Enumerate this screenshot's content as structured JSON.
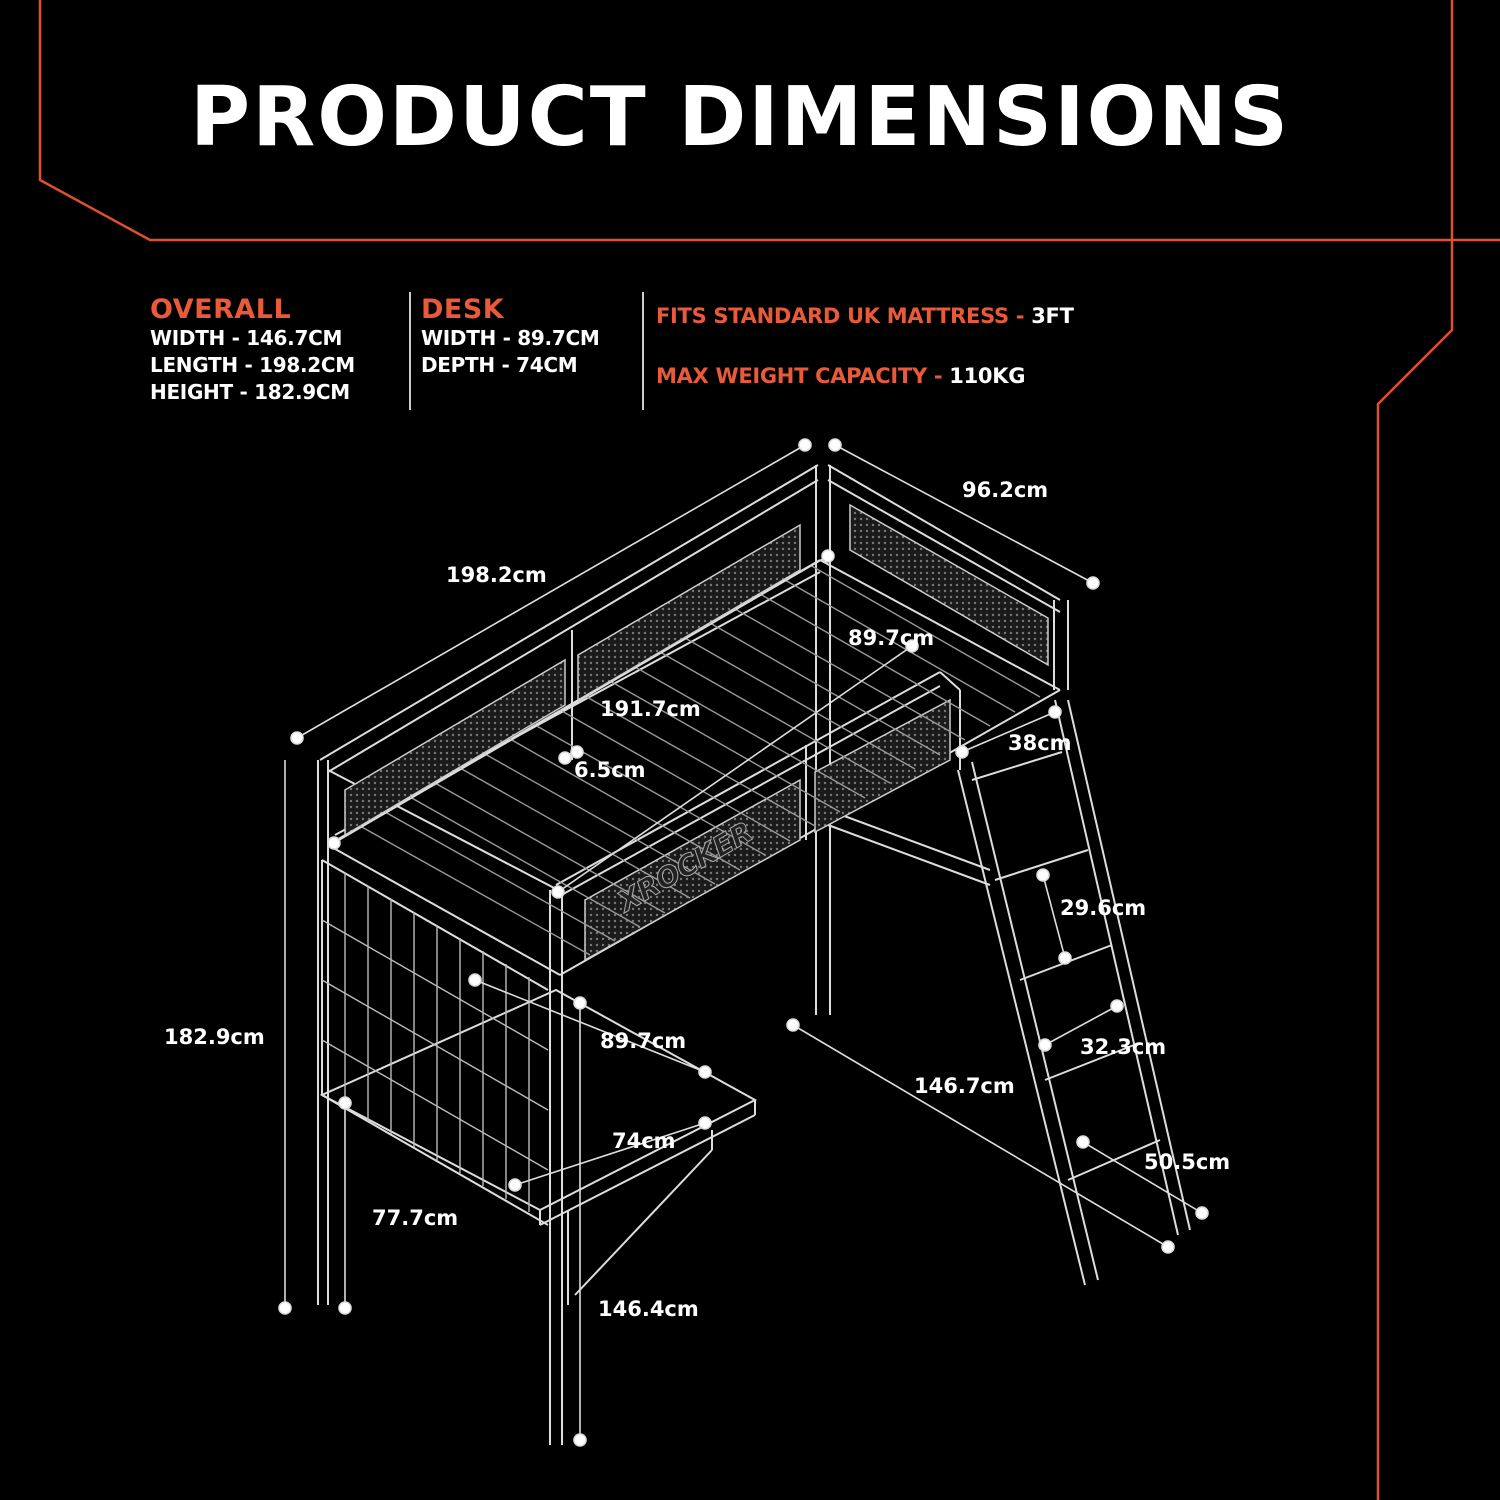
{
  "title": "PRODUCT DIMENSIONS",
  "overall": {
    "heading": "OVERALL",
    "rows": [
      "WIDTH - 146.7CM",
      "LENGTH - 198.2CM",
      "HEIGHT - 182.9CM"
    ]
  },
  "desk": {
    "heading": "DESK",
    "rows": [
      "WIDTH - 89.7CM",
      "DEPTH - 74CM"
    ]
  },
  "facts": [
    {
      "key": "FITS STANDARD UK MATTRESS - ",
      "value": "3FT"
    },
    {
      "key": "MAX WEIGHT CAPACITY - ",
      "value": "110KG"
    }
  ],
  "brand_on_panel": "XROCKER",
  "dimensions": {
    "top_width": "96.2cm",
    "top_length": "198.2cm",
    "mattress_width": "89.7cm",
    "mattress_length": "191.7cm",
    "rail_height": "38cm",
    "slat_gap": "6.5cm",
    "total_height": "182.9cm",
    "desk_width": "89.7cm",
    "desk_depth": "74cm",
    "desk_height": "77.7cm",
    "clearance_height": "146.4cm",
    "base_width": "146.7cm",
    "ladder_rung_spacing": "29.6cm",
    "ladder_width": "32.3cm",
    "ladder_foot": "50.5cm"
  },
  "colors": {
    "accent": "#e85a3a",
    "background": "#000000",
    "frame_line": "#e0502f",
    "text": "#ffffff"
  }
}
